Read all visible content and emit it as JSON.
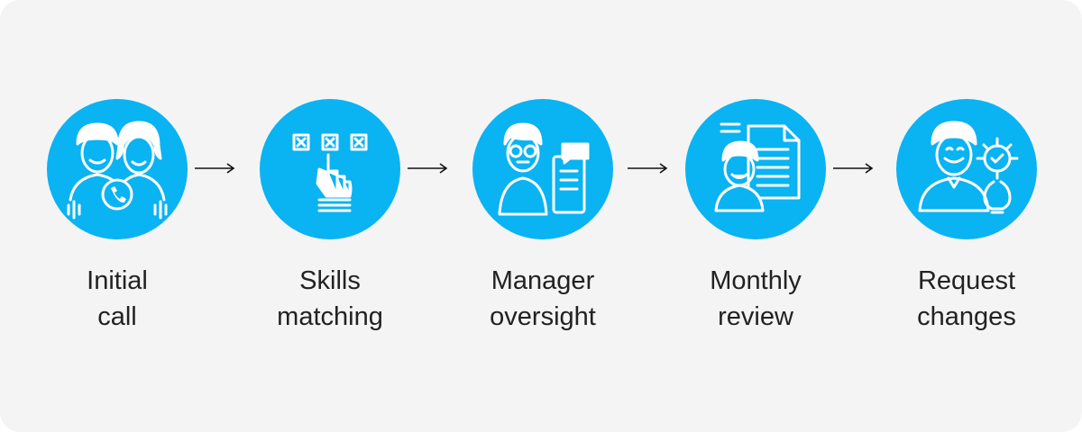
{
  "colors": {
    "background": "#f4f4f4",
    "circle": "#0ab3f2",
    "icon": "#ffffff",
    "text": "#222222",
    "arrow": "#111111"
  },
  "steps": [
    {
      "line1": "Initial",
      "line2": "call",
      "icon": "two-people-phone-icon"
    },
    {
      "line1": "Skills",
      "line2": "matching",
      "icon": "hand-selecting-checkboxes-icon"
    },
    {
      "line1": "Manager",
      "line2": "oversight",
      "icon": "manager-with-tablet-icon"
    },
    {
      "line1": "Monthly",
      "line2": "review",
      "icon": "person-with-documents-icon"
    },
    {
      "line1": "Request",
      "line2": "changes",
      "icon": "person-with-lightbulb-icon"
    }
  ]
}
